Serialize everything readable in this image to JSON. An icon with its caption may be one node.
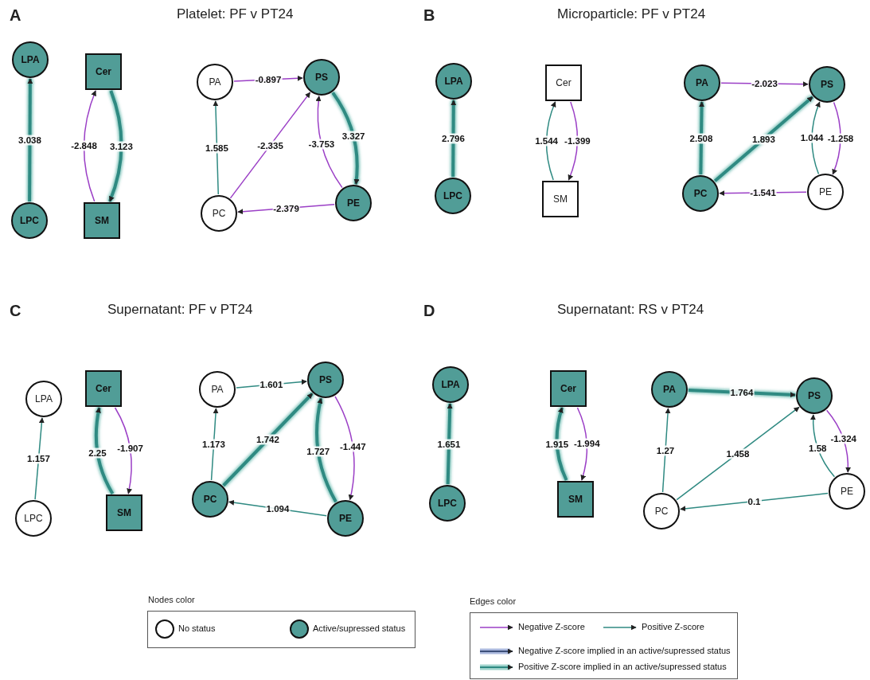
{
  "diagram": {
    "nodes": [
      {
        "text": [
          "LPA"
        ]
      },
      {
        "text": [
          "LPC"
        ]
      },
      {
        "text": [
          "Cer"
        ]
      },
      {
        "text": [
          "SM"
        ]
      },
      {
        "text": [
          "PA"
        ]
      },
      {
        "text": [
          "PS"
        ]
      },
      {
        "text": [
          "PC"
        ]
      },
      {
        "text": [
          "PE"
        ]
      },
      {
        "text": [
          "LPA"
        ]
      },
      {
        "text": [
          "LPC"
        ]
      },
      {
        "text": [
          "Cer"
        ]
      },
      {
        "text": [
          "SM"
        ]
      },
      {
        "text": [
          "PA"
        ]
      },
      {
        "text": [
          "PS"
        ]
      },
      {
        "text": [
          "PC"
        ]
      },
      {
        "text": [
          "PE"
        ]
      },
      {
        "text": [
          "LPA"
        ]
      },
      {
        "text": [
          "LPC"
        ]
      },
      {
        "text": [
          "Cer"
        ]
      },
      {
        "text": [
          "SM"
        ]
      },
      {
        "text": [
          "PA"
        ]
      },
      {
        "text": [
          "PS"
        ]
      },
      {
        "text": [
          "PC"
        ]
      },
      {
        "text": [
          "PE"
        ]
      },
      {
        "text": [
          "LPA"
        ]
      },
      {
        "text": [
          "LPC"
        ]
      },
      {
        "text": [
          "Cer"
        ]
      },
      {
        "text": [
          "SM"
        ]
      },
      {
        "text": [
          "PA"
        ]
      },
      {
        "text": [
          "PS"
        ]
      },
      {
        "text": [
          "PC"
        ]
      },
      {
        "text": [
          "PE"
        ]
      }
    ],
    "edges": [
      {
        "from": 1,
        "to": 0,
        "arrow": "to",
        "label": "3.038",
        "style": "thick"
      },
      {
        "from": 3,
        "to": 2,
        "arrow": "to",
        "label": "-2.848",
        "color": "#9b3fc6"
      },
      {
        "from": 2,
        "to": 3,
        "arrow": "to",
        "label": "3.123",
        "style": "thick"
      },
      {
        "from": 4,
        "to": 5,
        "arrow": "to",
        "label": "-0.897",
        "color": "#9b3fc6"
      },
      {
        "from": 6,
        "to": 4,
        "arrow": "to",
        "label": "1.585"
      },
      {
        "from": 6,
        "to": 5,
        "arrow": "to",
        "label": "-2.335",
        "color": "#9b3fc6"
      },
      {
        "from": 7,
        "to": 5,
        "arrow": "to",
        "label": "-3.753",
        "color": "#9b3fc6"
      },
      {
        "from": 5,
        "to": 7,
        "arrow": "to",
        "label": "3.327",
        "style": "thick"
      },
      {
        "from": 7,
        "to": 6,
        "arrow": "to",
        "label": "-2.379",
        "color": "#9b3fc6"
      },
      {
        "from": 9,
        "to": 8,
        "arrow": "to",
        "label": "2.796",
        "style": "thick"
      },
      {
        "from": 11,
        "to": 10,
        "arrow": "to",
        "label": "1.544"
      },
      {
        "from": 10,
        "to": 11,
        "arrow": "to",
        "label": "-1.399",
        "color": "#9b3fc6"
      },
      {
        "from": 12,
        "to": 13,
        "arrow": "to",
        "label": "-2.023",
        "color": "#9b3fc6"
      },
      {
        "from": 14,
        "to": 12,
        "arrow": "to",
        "label": "2.508",
        "style": "thick"
      },
      {
        "from": 14,
        "to": 13,
        "arrow": "to",
        "label": "1.893",
        "style": "thick"
      },
      {
        "from": 15,
        "to": 13,
        "arrow": "to",
        "label": "1.044"
      },
      {
        "from": 13,
        "to": 15,
        "arrow": "to",
        "label": "-1.258",
        "color": "#9b3fc6"
      },
      {
        "from": 15,
        "to": 14,
        "arrow": "to",
        "label": "-1.541",
        "color": "#9b3fc6"
      },
      {
        "from": 17,
        "to": 16,
        "arrow": "to",
        "label": "1.157"
      },
      {
        "from": 19,
        "to": 18,
        "arrow": "to",
        "label": "2.25",
        "style": "thick"
      },
      {
        "from": 18,
        "to": 19,
        "arrow": "to",
        "label": "-1.907",
        "color": "#9b3fc6"
      },
      {
        "from": 20,
        "to": 21,
        "arrow": "to",
        "label": "1.601"
      },
      {
        "from": 22,
        "to": 20,
        "arrow": "to",
        "label": "1.173"
      },
      {
        "from": 22,
        "to": 21,
        "arrow": "to",
        "label": "1.742",
        "style": "thick"
      },
      {
        "from": 23,
        "to": 21,
        "arrow": "to",
        "label": "1.727",
        "style": "thick"
      },
      {
        "from": 21,
        "to": 23,
        "arrow": "to",
        "label": "-1.447",
        "color": "#9b3fc6"
      },
      {
        "from": 23,
        "to": 22,
        "arrow": "to",
        "label": "1.094"
      },
      {
        "from": 25,
        "to": 24,
        "arrow": "to",
        "label": "1.651",
        "style": "thick"
      },
      {
        "from": 27,
        "to": 26,
        "arrow": "to",
        "label": "1.915",
        "style": "thick"
      },
      {
        "from": 26,
        "to": 27,
        "arrow": "to",
        "label": "-1.994",
        "color": "#9b3fc6"
      },
      {
        "from": 28,
        "to": 29,
        "arrow": "to",
        "label": "1.764",
        "style": "thick"
      },
      {
        "from": 30,
        "to": 28,
        "arrow": "to",
        "label": "1.27"
      },
      {
        "from": 30,
        "to": 29,
        "arrow": "to",
        "label": "1.458"
      },
      {
        "from": 31,
        "to": 29,
        "arrow": "to",
        "label": "1.58"
      },
      {
        "from": 29,
        "to": 31,
        "arrow": "to",
        "label": "-1.324",
        "color": "#9b3fc6"
      },
      {
        "from": 31,
        "to": 30,
        "arrow": "to",
        "label": "0.1"
      }
    ],
    "labels": [
      "A",
      "Platelet: PF v PT24",
      "B",
      "Microparticle: PF v PT24",
      "C",
      "Supernatant: PF v PT24",
      "D",
      "Supernatant: RS v PT24",
      "Nodes color",
      "Edges color"
    ],
    "legend": [
      {
        "text": "No status",
        "color": "#ffffff"
      },
      {
        "text": "Active/supressed status",
        "color": "#519d97"
      },
      {
        "text": "Negative Z-score"
      },
      {
        "text": "Positive Z-score"
      },
      {
        "text": "Negative Z-score implied in an active/supressed status"
      },
      {
        "text": "Positive Z-score implied in an active/supressed status"
      }
    ]
  }
}
